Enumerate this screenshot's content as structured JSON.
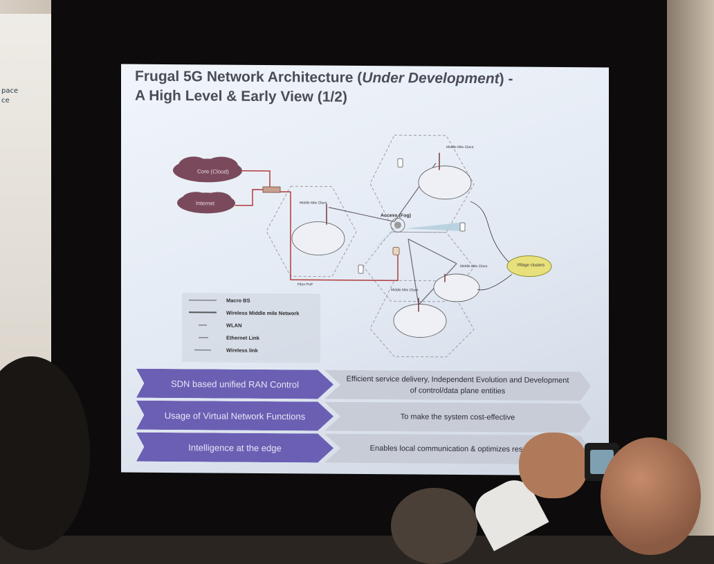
{
  "slide": {
    "title_line1_plain": "Frugal 5G Network Architecture (",
    "title_line1_italic": "Under Development",
    "title_line1_end": ") -",
    "title_line2": "A High Level & Early View (1/2)"
  },
  "diagram": {
    "clouds": {
      "core": "Core (Cloud)",
      "internet": "Internet"
    },
    "access_label": "Access (Fog)",
    "village_label": "Village clusters",
    "fiber_label": "Fiber PoP",
    "clusters": [
      "Middle Mile Client",
      "Middle Mile Client",
      "Middle Mile Client",
      "Middle Mile Client"
    ]
  },
  "legend": {
    "items": [
      "Macro BS",
      "Wireless Middle mile Network",
      "WLAN",
      "Ethernet Link",
      "Wireless link"
    ]
  },
  "rows": [
    {
      "left": "SDN based unified RAN Control",
      "right": "Efficient service delivery, Independent Evolution and Development of control/data plane entities"
    },
    {
      "left": "Usage of Virtual Network Functions",
      "right": "To make the system cost-effective"
    },
    {
      "left": "Intelligence at the edge",
      "right": "Enables local communication & optimizes res usage"
    }
  ],
  "banner": {
    "line1": "pace",
    "line2": "ce"
  },
  "colors": {
    "chevron": "#6b5fb4",
    "cloud": "#7a4a5c",
    "fiber": "#b03a3a",
    "village": "#e8e07a"
  }
}
